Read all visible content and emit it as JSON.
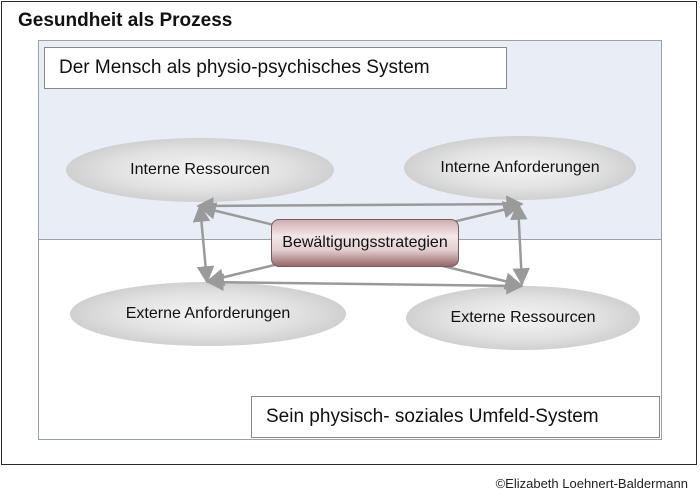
{
  "title": "Gesundheit als Prozess",
  "systems": {
    "person_system": "Der Mensch als physio-psychisches System",
    "environment_system": "Sein physisch- soziales Umfeld-System"
  },
  "nodes": {
    "internal_resources": "Interne Ressourcen",
    "internal_demands": "Interne Anforderungen",
    "external_demands": "Externe Anforderungen",
    "external_resources": "Externe Ressourcen",
    "coping": "Bewältigungsstrategien"
  },
  "copyright": "©Elizabeth Loehnert-Baldermann",
  "colors": {
    "person_region": "#e8edf6",
    "arrow": "#9a9a9a",
    "coping_box": "#c9a3a5"
  }
}
